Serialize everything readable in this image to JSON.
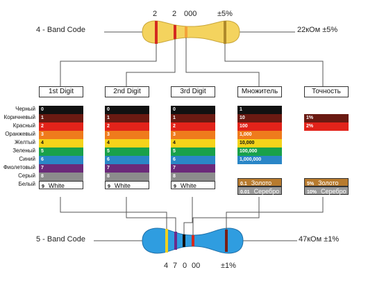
{
  "top_resistor": {
    "label": "4 - Band Code",
    "value": "22кОм ±5%",
    "digits": [
      "2",
      "2",
      "000",
      "±5%"
    ],
    "bands": [
      "#d42a1f",
      "#d42a1f",
      "#f2a23a",
      "#b08a2a"
    ]
  },
  "bottom_resistor": {
    "label": "5 - Band Code",
    "value": "47кОм ±1%",
    "digits": [
      "4",
      "7",
      "0",
      "00",
      "±1%"
    ],
    "bands": [
      "#f2d21d",
      "#6b2a8a",
      "#111111",
      "#d42a1f",
      "#7a1e14"
    ]
  },
  "headers": [
    "1st Digit",
    "2nd Digit",
    "3rd Digit",
    "Множитель",
    "Точность"
  ],
  "color_names": [
    "Черный",
    "Коричневый",
    "Красный",
    "Оранжевый",
    "Желтый",
    "Зеленый",
    "Синий",
    "Фиолетовый",
    "Серый",
    "Белый"
  ],
  "color_swatches": [
    "#111111",
    "#6a1a12",
    "#e2231a",
    "#ef7b1c",
    "#f5d31a",
    "#19a14a",
    "#2a86c7",
    "#6b2a7a",
    "#8c8c8c",
    "#ffffff"
  ],
  "digits": [
    "0",
    "1",
    "2",
    "3",
    "4",
    "5",
    "6",
    "7",
    "8",
    "9"
  ],
  "white_name": "White",
  "multiplier": [
    "1",
    "10",
    "100",
    "1,000",
    "10,000",
    "100,000",
    "1,000,000"
  ],
  "multiplier_extra": [
    {
      "value": "0.1",
      "name": "Золото",
      "color": "#b87b2e"
    },
    {
      "value": "0.01",
      "name": "Серебро",
      "color": "#9a9a9a"
    }
  ],
  "tolerance": [
    {
      "value": "1%",
      "color": "#6a1a12"
    },
    {
      "value": "2%",
      "color": "#e2231a"
    }
  ],
  "tolerance_extra": [
    {
      "value": "5%",
      "name": "Золото",
      "color": "#b87b2e"
    },
    {
      "value": "10%",
      "name": "Серебро",
      "color": "#9a9a9a"
    }
  ],
  "colors": {
    "resistor_top_body": "#f4d35e",
    "resistor_bottom_body": "#2f9de0",
    "wire": "#555555"
  }
}
